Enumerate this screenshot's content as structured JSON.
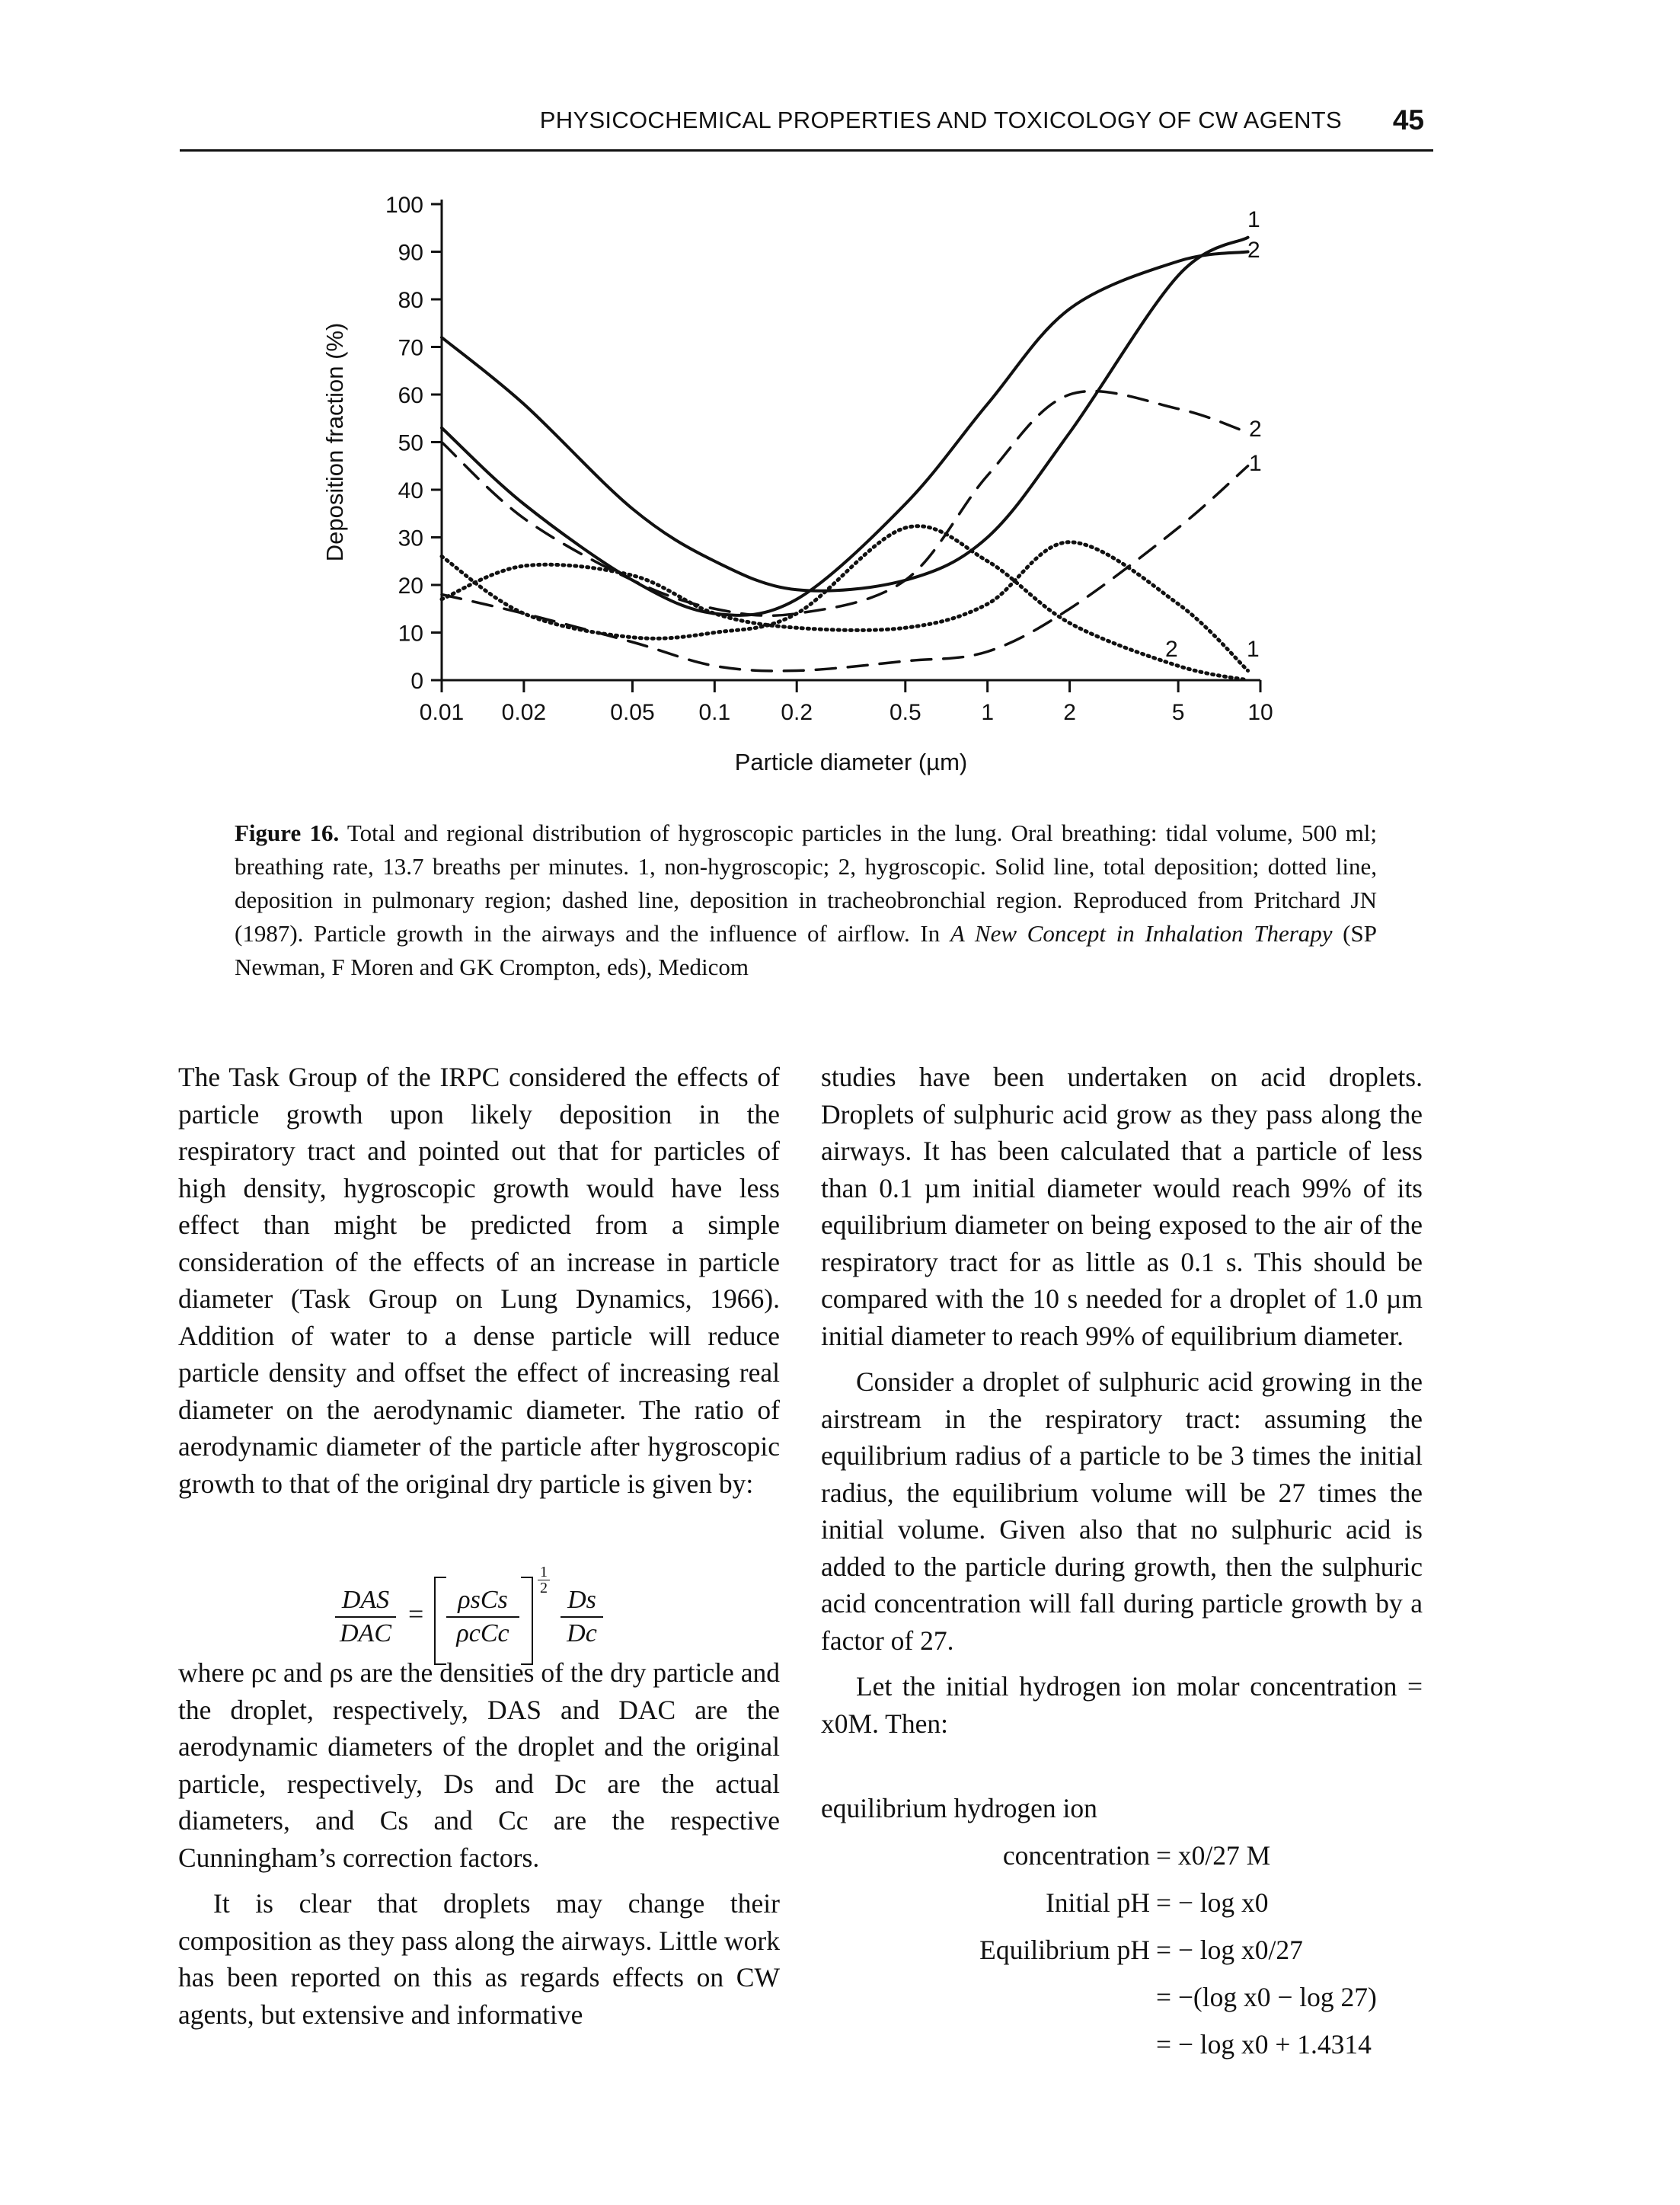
{
  "header": {
    "running_title": "PHYSICOCHEMICAL PROPERTIES AND TOXICOLOGY OF CW AGENTS",
    "page_number": "45"
  },
  "chart_data": {
    "type": "line",
    "xlabel": "Particle diameter (µm)",
    "ylabel": "Deposition fraction (%)",
    "x_scale": "log",
    "xlim": [
      0.01,
      10
    ],
    "ylim": [
      0,
      100
    ],
    "x_ticks": [
      "0.01",
      "0.02",
      "0.05",
      "0.1",
      "0.2",
      "0.5",
      "1",
      "2",
      "5",
      "10"
    ],
    "y_ticks": [
      "0",
      "10",
      "20",
      "30",
      "40",
      "50",
      "60",
      "70",
      "80",
      "90",
      "100"
    ],
    "curve_labels": [
      "1",
      "2",
      "2",
      "1",
      "2",
      "1"
    ],
    "series": [
      {
        "style": "solid",
        "x": [
          0.01,
          0.02,
          0.05,
          0.1,
          0.2,
          0.5,
          1,
          2,
          5,
          9
        ],
        "y": [
          72,
          58,
          36,
          25,
          19,
          21,
          30,
          52,
          85,
          93
        ]
      },
      {
        "style": "solid",
        "x": [
          0.01,
          0.02,
          0.05,
          0.1,
          0.2,
          0.5,
          1,
          2,
          5,
          9
        ],
        "y": [
          53,
          37,
          21,
          14,
          17,
          37,
          58,
          78,
          88,
          90
        ]
      },
      {
        "style": "dashed",
        "x": [
          0.01,
          0.02,
          0.05,
          0.1,
          0.2,
          0.5,
          1,
          2,
          5,
          9
        ],
        "y": [
          50,
          34,
          21,
          15,
          14,
          21,
          43,
          60,
          57,
          52
        ]
      },
      {
        "style": "dashed",
        "x": [
          0.01,
          0.02,
          0.05,
          0.1,
          0.2,
          0.5,
          1,
          2,
          5,
          9
        ],
        "y": [
          18,
          14,
          8,
          3,
          2,
          4,
          6,
          15,
          32,
          45
        ]
      },
      {
        "style": "dotted",
        "x": [
          0.01,
          0.02,
          0.05,
          0.1,
          0.2,
          0.5,
          1,
          2,
          5,
          9
        ],
        "y": [
          17,
          24,
          22,
          14,
          11,
          11,
          16,
          29,
          16,
          2
        ]
      },
      {
        "style": "dotted",
        "x": [
          0.01,
          0.02,
          0.05,
          0.1,
          0.2,
          0.5,
          1,
          2,
          5,
          9
        ],
        "y": [
          26,
          14,
          9,
          10,
          14,
          32,
          25,
          12,
          3,
          0
        ]
      }
    ]
  },
  "caption": {
    "label": "Figure 16.",
    "text_1": " Total and regional distribution of hygroscopic particles in the lung. Oral breathing: tidal volume, 500 ml; breathing rate, 13.7 breaths per minutes. 1, non-hygroscopic; 2, hygroscopic. Solid line, total deposition; dotted line, deposition in pulmonary region; dashed line, deposition in tracheobronchial region. Reproduced from Pritchard JN (1987). Particle growth in the airways and the influence of airflow. In ",
    "italic": "A New Concept in Inhalation Therapy",
    "text_2": " (SP Newman, F Moren and GK Crompton, eds), Medicom"
  },
  "left_column": {
    "p1": "The Task Group of the IRPC considered the effects of particle growth upon likely deposition in the respiratory tract and pointed out that for particles of high density, hygroscopic growth would have less effect than might be predicted from a simple consideration of the effects of an increase in particle diameter (Task Group on Lung Dynamics, 1966). Addition of water to a dense particle will reduce particle density and offset the effect of increasing real diameter on the aerodynamic diameter. The ratio of aerodynamic diameter of the particle after hygroscopic growth to that of the original dry particle is given by:",
    "p2": "where ρc and ρs are the densities of the dry particle and the droplet, respectively, DAS and DAC are the aerodynamic diameters of the droplet and the original particle, respectively, Ds and Dc are the actual diameters, and Cs and Cc are the respective Cunningham’s correction factors.",
    "p3": "It is clear that droplets may change their composition as they pass along the airways. Little work has been reported on this as regards effects on CW agents, but extensive and informative"
  },
  "equation": {
    "lhs_num": "DAS",
    "lhs_den": "DAC",
    "mid_num": "ρsCs",
    "mid_den": "ρcCc",
    "exp_num": "1",
    "exp_den": "2",
    "rhs_num": "Ds",
    "rhs_den": "Dc",
    "equals": "="
  },
  "right_column": {
    "p1": "studies have been undertaken on acid droplets. Droplets of sulphuric acid grow as they pass along the airways. It has been calculated that a particle of less than 0.1 µm initial diameter would reach 99% of its equilibrium diameter on being exposed to the air of the respiratory tract for as little as 0.1 s. This should be compared with the 10 s needed for a droplet of 1.0 µm initial diameter to reach 99% of equilibrium diameter.",
    "p2": "Consider a droplet of sulphuric acid growing in the airstream in the respiratory tract: assuming the equilibrium radius of a particle to be 3 times the initial radius, the equilibrium volume will be 27 times the initial volume. Given also that no sulphuric acid is added to the particle during growth, then the sulphuric acid concentration will fall during particle growth by a factor of 27.",
    "p3": "Let the initial hydrogen ion molar concentration = x0M. Then:"
  },
  "calculation": {
    "intro": "equilibrium hydrogen ion",
    "rows": [
      {
        "lhs": "concentration",
        "rhs": "= x0/27 M"
      },
      {
        "lhs": "Initial pH",
        "rhs": "= − log x0"
      },
      {
        "lhs": "Equilibrium pH",
        "rhs": "= − log x0/27"
      },
      {
        "lhs": "",
        "rhs": "= −(log x0 − log 27)"
      },
      {
        "lhs": "",
        "rhs": "= − log x0 + 1.4314"
      }
    ]
  }
}
